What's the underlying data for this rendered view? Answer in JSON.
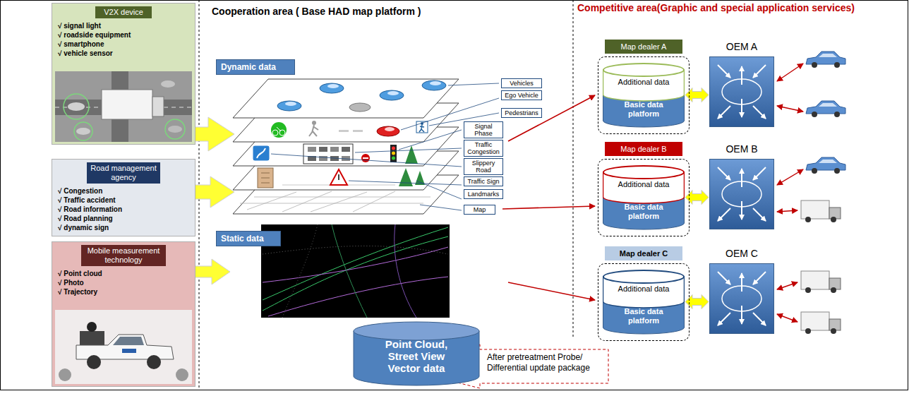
{
  "diagram": {
    "nodes": [
      {
        "text": [
          "V2X device",
          "√ signal light",
          "√ roadside equipment",
          "√ smartphone",
          "√ vehicle sensor"
        ]
      },
      {
        "text": [
          "Road management agency",
          "√ Congestion",
          "√ Traffic accident",
          "√ Road information",
          "√ Road planning",
          "√ dynamic sign"
        ]
      },
      {
        "text": [
          "Mobile measurement technology",
          "√ Point cloud",
          "√ Photo",
          "√ Trajectory"
        ]
      },
      {
        "text": [
          "Dynamic data"
        ]
      },
      {
        "text": [
          "Vehicles"
        ]
      },
      {
        "text": [
          "Ego Vehicle"
        ]
      },
      {
        "text": [
          "Pedestrians"
        ]
      },
      {
        "text": [
          "Signal Phase"
        ]
      },
      {
        "text": [
          "Traffic Congestion"
        ]
      },
      {
        "text": [
          "Slippery Road"
        ]
      },
      {
        "text": [
          "Traffic Sign"
        ]
      },
      {
        "text": [
          "Landmarks"
        ]
      },
      {
        "text": [
          "Map"
        ]
      },
      {
        "text": [
          "Static data"
        ]
      },
      {
        "text": [
          "Point Cloud, Street View Vector data"
        ]
      },
      {
        "text": [
          "After pretreatment Probe/ Differential update package"
        ]
      },
      {
        "text": [
          "Map dealer A"
        ]
      },
      {
        "text": [
          "Additional data",
          "Basic data platform"
        ],
        "in": 16
      },
      {
        "text": [
          "OEM A"
        ]
      },
      {
        "text": [
          "Map dealer B"
        ]
      },
      {
        "text": [
          "Additional data",
          "Basic data platform"
        ],
        "in": 19
      },
      {
        "text": [
          "OEM B"
        ]
      },
      {
        "text": [
          "Map dealer C"
        ]
      },
      {
        "text": [
          "Additional data",
          "Basic data platform"
        ],
        "in": 22
      },
      {
        "text": [
          "OEM C"
        ]
      }
    ],
    "edges": [
      {
        "from": 17,
        "to": 18,
        "arrow": "both"
      },
      {
        "from": 20,
        "to": 21,
        "arrow": "both"
      },
      {
        "from": 23,
        "to": 24,
        "arrow": "both"
      }
    ],
    "labels": [
      "Cooperation area ( Base HAD map platform )",
      "Competitive area(Graphic and special application services)"
    ]
  }
}
